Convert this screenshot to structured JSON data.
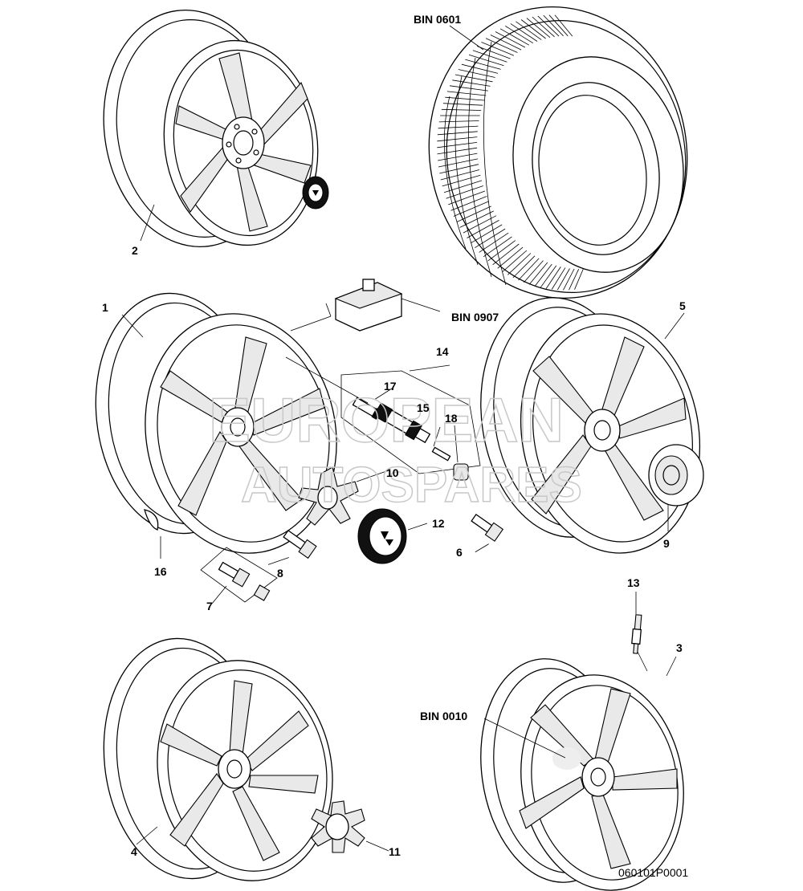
{
  "diagram": {
    "labels": {
      "n1": "1",
      "n2": "2",
      "n3": "3",
      "n4": "4",
      "n5": "5",
      "n6": "6",
      "n7": "7",
      "n8": "8",
      "n9": "9",
      "n10": "10",
      "n11": "11",
      "n12": "12",
      "n13": "13",
      "n14": "14",
      "n15": "15",
      "n16": "16",
      "n17": "17",
      "n18": "18",
      "bin0601": "BIN 0601",
      "bin0907": "BIN 0907",
      "bin0010": "BIN 0010"
    },
    "watermark": {
      "line1": "EUROPEAN",
      "line2": "AUTOSPARES"
    },
    "figure_code": "060101P0001"
  }
}
